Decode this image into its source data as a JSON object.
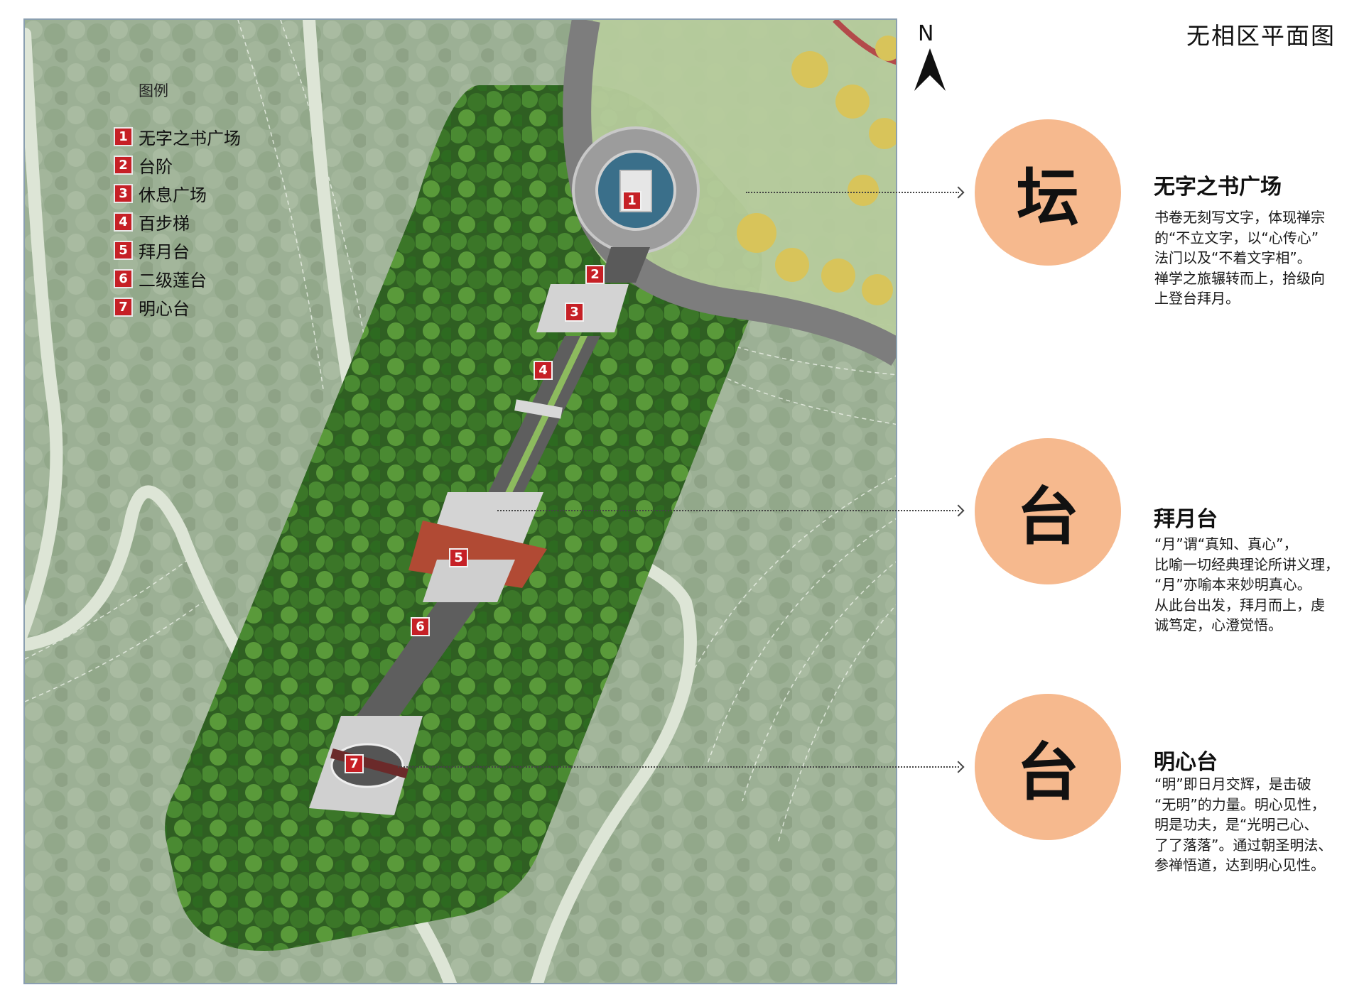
{
  "title": "无相区平面图",
  "north_label": "N",
  "legend": {
    "title": "图例",
    "items": [
      {
        "num": "1",
        "label": "无字之书广场"
      },
      {
        "num": "2",
        "label": "台阶"
      },
      {
        "num": "3",
        "label": "休息广场"
      },
      {
        "num": "4",
        "label": "百步梯"
      },
      {
        "num": "5",
        "label": "拜月台"
      },
      {
        "num": "6",
        "label": "二级莲台"
      },
      {
        "num": "7",
        "label": "明心台"
      }
    ]
  },
  "map_markers": [
    "1",
    "2",
    "3",
    "4",
    "5",
    "6",
    "7"
  ],
  "sections": [
    {
      "glyph": "坛",
      "title": "无字之书广场",
      "lines": [
        "书卷无刻写文字，体现禅宗",
        "的“不立文字，以“心传心”",
        "法门以及“不着文字相”。",
        "禅学之旅辗转而上，拾级向",
        "上登台拜月。"
      ]
    },
    {
      "glyph": "台",
      "title": "拜月台",
      "lines": [
        "“月”谓“真知、真心”，",
        "比喻一切经典理论所讲义理，",
        "“月”亦喻本来妙明真心。",
        "从此台出发，拜月而上，虔",
        "诚笃定，心澄觉悟。"
      ]
    },
    {
      "glyph": "台",
      "title": "明心台",
      "lines": [
        "“明”即日月交辉，是击破",
        "“无明”的力量。明心见性，",
        "明是功夫，是“光明己心、",
        "了了落落”。通过朝圣明法、",
        "参禅悟道，达到明心见性。"
      ]
    }
  ],
  "colors": {
    "circle": "#f6b98e",
    "marker": "#c62026",
    "forest_dim": "#9aae92",
    "forest_bright": "#3f7a2a",
    "path": "#5a5a5a"
  }
}
